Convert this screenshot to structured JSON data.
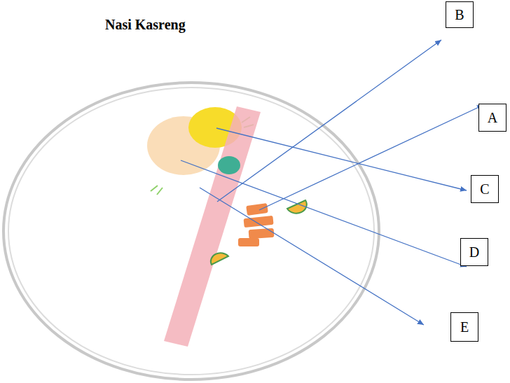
{
  "diagram": {
    "title": "Nasi Kasreng",
    "nodes": [
      {
        "text": [
          "B"
        ]
      },
      {
        "text": [
          "A"
        ]
      },
      {
        "text": [
          "C"
        ]
      },
      {
        "text": [
          "D"
        ]
      },
      {
        "text": [
          "E"
        ]
      }
    ]
  }
}
